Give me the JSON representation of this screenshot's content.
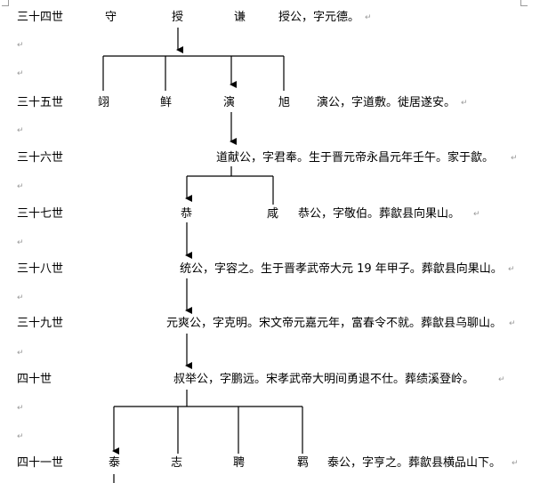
{
  "doc": {
    "para_mark": "↵",
    "gen34": {
      "label": "三十四世",
      "names": [
        "守",
        "授",
        "谦"
      ],
      "note": "授公，字元德。"
    },
    "gen35": {
      "label": "三十五世",
      "names": [
        "翊",
        "鲜",
        "演",
        "旭"
      ],
      "note": "演公，字道敷。徙居遂安。"
    },
    "gen36": {
      "label": "三十六世",
      "note": "道献公，字君奉。生于晋元帝永昌元年壬午。家于歙。"
    },
    "gen37": {
      "label": "三十七世",
      "names": [
        "恭",
        "咸"
      ],
      "note": "恭公，字敬伯。葬歙县向果山。"
    },
    "gen38": {
      "label": "三十八世",
      "note": "统公，字容之。生于晋孝武帝大元 19 年甲子。葬歙县向果山。"
    },
    "gen39": {
      "label": "三十九世",
      "note": "元爽公，字克明。宋文帝元嘉元年，富春令不就。葬歙县乌聊山。"
    },
    "gen40": {
      "label": "四十世",
      "note": "叔举公，字鹏远。宋孝武帝大明间勇退不仕。葬绩溪登岭。"
    },
    "gen41": {
      "label": "四十一世",
      "names": [
        "泰",
        "志",
        "聘",
        "羁"
      ],
      "note": "泰公，字亨之。葬歙县横品山下。"
    }
  }
}
